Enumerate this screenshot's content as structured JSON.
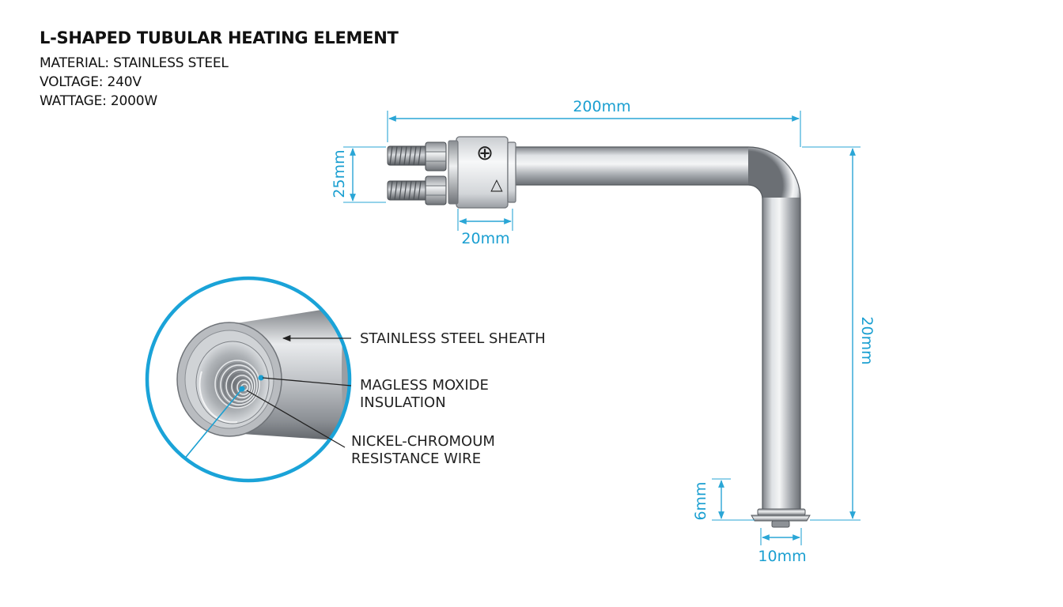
{
  "specs": {
    "title": "L-SHAPED TUBULAR HEATING ELEMENT",
    "material": "MATERIAL: STAINLESS STEEL",
    "voltage": "VOLTAGE: 240V",
    "wattage": "WATTAGE: 2000W"
  },
  "dimensions": {
    "horizontal_length": "200mm",
    "terminal_spacing": "25mm",
    "terminal_housing_length": "20mm",
    "vertical_length": "20mm",
    "end_fitting_height": "6mm",
    "tube_diameter": "10mm"
  },
  "terminals": {
    "positive_symbol": "⊕",
    "second_symbol": "△"
  },
  "cross_section": {
    "labels": {
      "sheath": "STAINLESS STEEL SHEATH",
      "insulation_line1": "MAGLESS MOXIDE",
      "insulation_line2": "INSULATION",
      "wire_line1": "NICKEL-CHROMOUM",
      "wire_line2": "RESISTANCE WIRE"
    }
  },
  "colors": {
    "accent": "#1a9fd1",
    "steel": "#a9adb2",
    "text": "#111111"
  }
}
